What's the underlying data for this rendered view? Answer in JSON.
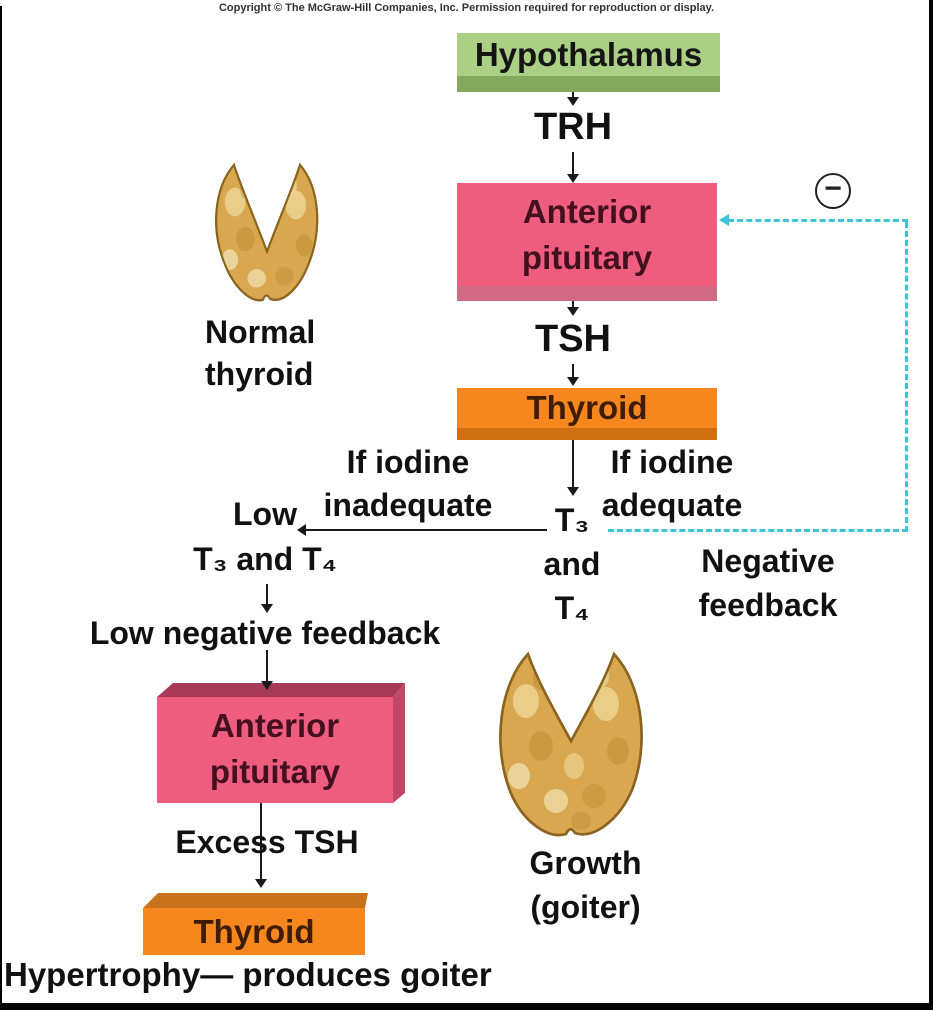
{
  "copyright": "Copyright © The McGraw-Hill Companies, Inc. Permission required for reproduction or display.",
  "flow": {
    "hypothalamus": "Hypothalamus",
    "trh": "TRH",
    "anterior_pituitary": "Anterior\npituitary",
    "tsh": "TSH",
    "thyroid": "Thyroid"
  },
  "branch_right": {
    "condition": "If iodine\nadequate",
    "t3_and_t4": "T₃\nand\nT₄",
    "negative_feedback": "Negative\nfeedback",
    "minus_symbol": "−"
  },
  "branch_left": {
    "condition": "If iodine\ninadequate",
    "low_t3_t4": "Low\nT₃ and T₄",
    "low_negative_feedback": "Low negative feedback",
    "anterior_pituitary": "Anterior\npituitary",
    "excess_tsh": "Excess TSH",
    "thyroid": "Thyroid",
    "hypertrophy": "Hypertrophy— produces goiter"
  },
  "glands": {
    "normal_label": "Normal\nthyroid",
    "goiter_label": "Growth\n(goiter)"
  },
  "colors": {
    "hypothalamus_fill": "#abcf85",
    "hypothalamus_edge": "#84a95e",
    "pituitary_fill": "#ee5d7d",
    "pituitary_edge": "#a83a58",
    "thyroid_fill": "#f6871e",
    "thyroid_edge": "#c8731a",
    "feedback_dash": "#3fc3d6",
    "gland_fill": "#d8a74f",
    "gland_outline": "#8a6420"
  }
}
